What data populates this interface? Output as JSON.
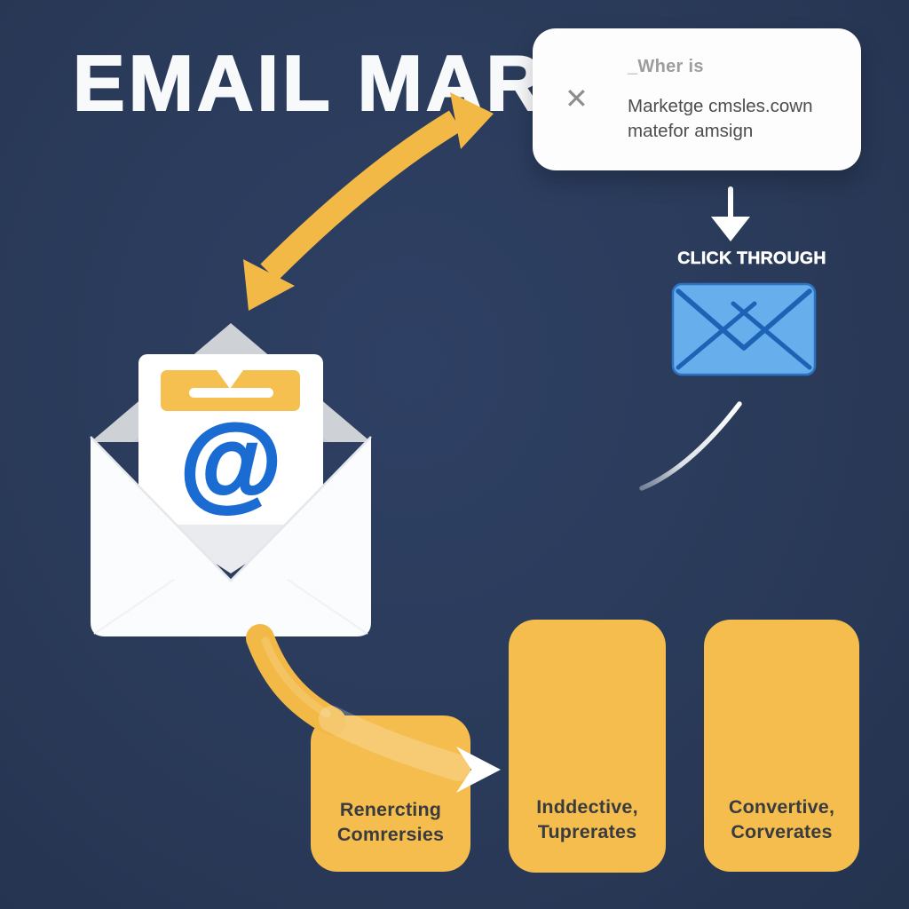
{
  "title": "EMAIL MAR",
  "card": {
    "close_icon": "✕",
    "heading": "_Wher is",
    "line1": "Marketge cmsles.cown",
    "line2": "matefor amsign"
  },
  "click_through": {
    "label": "CLICK THROUGH"
  },
  "envelope": {
    "at_symbol": "@"
  },
  "stages": [
    {
      "line1": "Renercting",
      "line2": "Comrersies"
    },
    {
      "line1": "Inddective,",
      "line2": "Tuprerates"
    },
    {
      "line1": "Convertive,",
      "line2": "Corverates"
    }
  ],
  "colors": {
    "bg": "#2a3a59",
    "yellow": "#f2b946",
    "box_yellow": "#f4bd4d",
    "band_yellow": "#f5c050",
    "blue_fill": "#66aeec",
    "blue_line": "#1d63b5",
    "at_blue": "#1b6cd2",
    "white": "#fdfdfe",
    "title": "#f8f9fb",
    "gray_flap": "#ced1d6",
    "card_head": "#9d9d9d",
    "card_text": "#4d4d4d",
    "close": "#8d8d8d",
    "box_text": "#3a3b3f"
  }
}
